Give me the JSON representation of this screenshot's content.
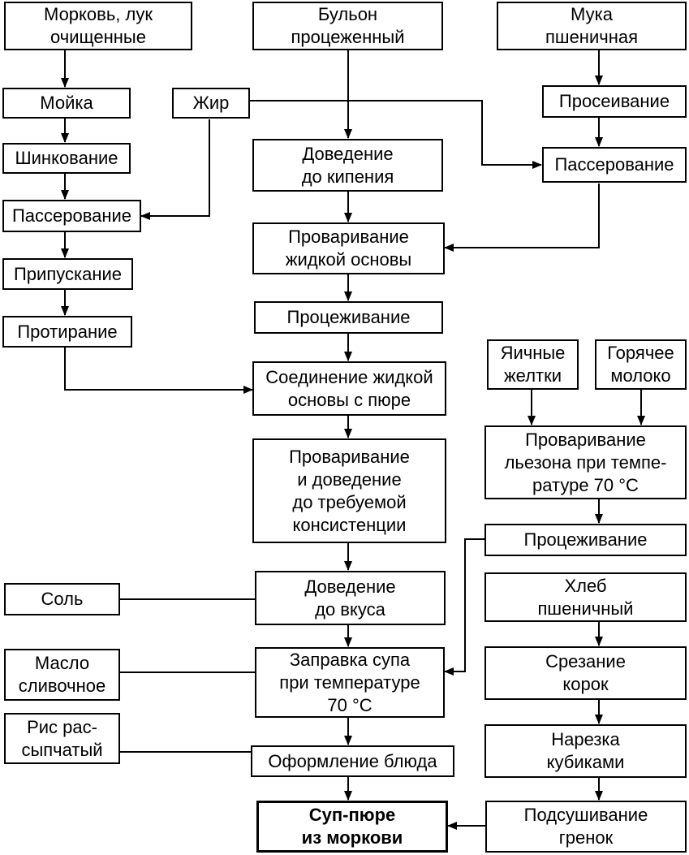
{
  "nodes": {
    "carrot_onion": [
      "Морковь, лук",
      "очищенные"
    ],
    "broth": [
      "Бульон",
      "процеженный"
    ],
    "flour": [
      "Мука",
      "пшеничная"
    ],
    "wash": [
      "Мойка"
    ],
    "fat": [
      "Жир"
    ],
    "sift": [
      "Просеивание"
    ],
    "shred": [
      "Шинкование"
    ],
    "boil": [
      "Доведение",
      "до кипения"
    ],
    "saute_flour": [
      "Пассерование"
    ],
    "saute_veg": [
      "Пассерование"
    ],
    "cook_base": [
      "Проваривание",
      "жидкой основы"
    ],
    "stew": [
      "Припускание"
    ],
    "strain1": [
      "Процеживание"
    ],
    "puree": [
      "Протирание"
    ],
    "combine": [
      "Соединение жидкой",
      "основы с пюре"
    ],
    "yolks": [
      "Яичные",
      "желтки"
    ],
    "hot_milk": [
      "Горячее",
      "молоко"
    ],
    "cook_liaison": [
      "Проваривание",
      "льезона при темпе-",
      "ратуре 70 °С"
    ],
    "cook_consistency": [
      "Проваривание",
      "и доведение",
      "до требуемой",
      "консистенции"
    ],
    "strain2": [
      "Процеживание"
    ],
    "salt": [
      "Соль"
    ],
    "taste": [
      "Доведение",
      "до вкуса"
    ],
    "bread": [
      "Хлеб",
      "пшеничный"
    ],
    "butter": [
      "Масло",
      "сливочное"
    ],
    "dress": [
      "Заправка супа",
      "при температуре",
      "70 °С"
    ],
    "crust": [
      "Срезание",
      "корок"
    ],
    "rice": [
      "Рис рас-",
      "сыпчатый"
    ],
    "plating": [
      "Оформление блюда"
    ],
    "cube": [
      "Нарезка",
      "кубиками"
    ],
    "soup": [
      "Суп-пюре",
      "из моркови"
    ],
    "dry": [
      "Подсушивание",
      "гренок"
    ]
  }
}
